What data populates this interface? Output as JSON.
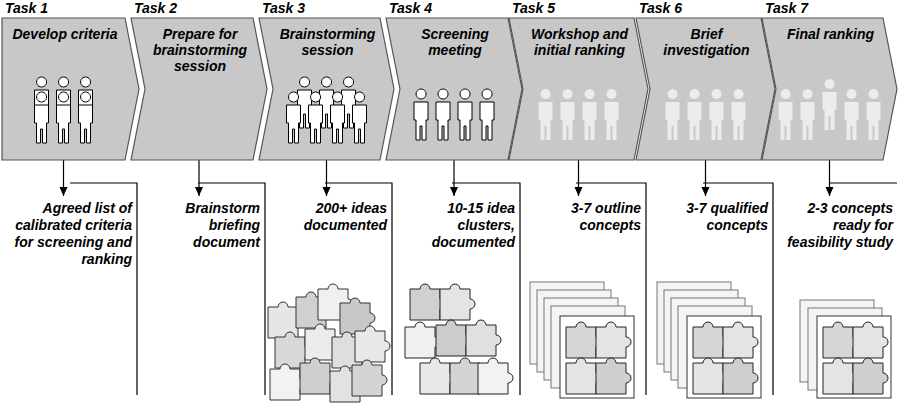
{
  "diagram": {
    "nodes": [
      {
        "text": [
          "Task 1",
          "Develop criteria"
        ]
      },
      {
        "text": [
          "Task 2",
          "Prepare for brainstorming session"
        ]
      },
      {
        "text": [
          "Task 3",
          "Brainstorming session"
        ]
      },
      {
        "text": [
          "Task 4",
          "Screening meeting"
        ]
      },
      {
        "text": [
          "Task 5",
          "Workshop and initial ranking"
        ]
      },
      {
        "text": [
          "Task 6",
          "Brief investigation"
        ]
      },
      {
        "text": [
          "Task 7",
          "Final ranking"
        ]
      },
      {
        "text": [
          "Agreed list of calibrated criteria for screening and ranking"
        ]
      },
      {
        "text": [
          "Brainstorm briefing document"
        ]
      },
      {
        "text": [
          "200+ ideas documented"
        ]
      },
      {
        "text": [
          "10-15 idea clusters, documented"
        ]
      },
      {
        "text": [
          "3-7 outline concepts"
        ]
      },
      {
        "text": [
          "3-7 qualified concepts"
        ]
      },
      {
        "text": [
          "2-3 concepts ready for feasibility study"
        ]
      }
    ],
    "edges": [
      {
        "from": 0,
        "to": 7,
        "arrow": "to"
      },
      {
        "from": 1,
        "to": 8,
        "arrow": "to"
      },
      {
        "from": 2,
        "to": 9,
        "arrow": "to"
      },
      {
        "from": 3,
        "to": 10,
        "arrow": "to"
      },
      {
        "from": 4,
        "to": 11,
        "arrow": "to"
      },
      {
        "from": 5,
        "to": 12,
        "arrow": "to"
      },
      {
        "from": 6,
        "to": 13,
        "arrow": "to"
      }
    ]
  }
}
